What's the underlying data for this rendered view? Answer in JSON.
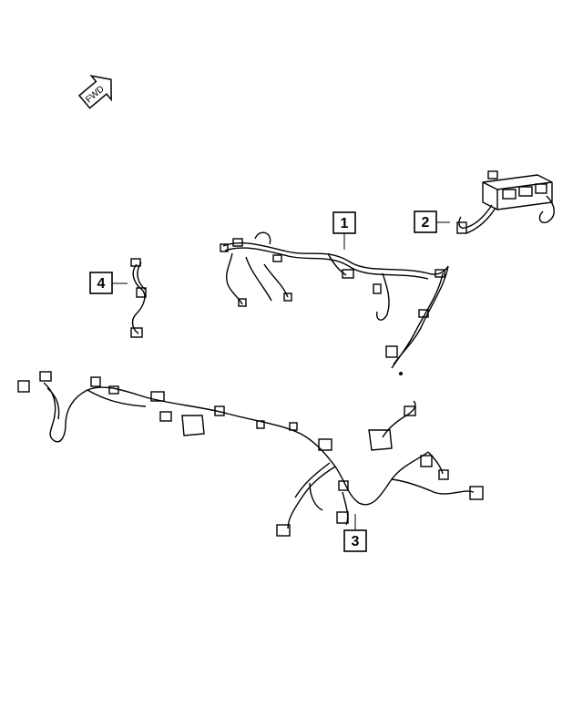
{
  "direction_arrow": {
    "label": "FWD"
  },
  "callouts": [
    {
      "id": "callout-1",
      "label": "1"
    },
    {
      "id": "callout-2",
      "label": "2"
    },
    {
      "id": "callout-3",
      "label": "3"
    },
    {
      "id": "callout-4",
      "label": "4"
    }
  ]
}
